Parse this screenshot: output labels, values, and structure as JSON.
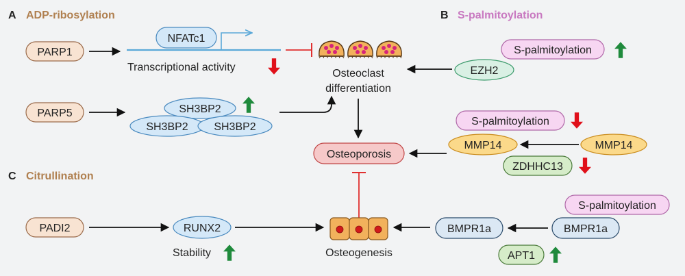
{
  "colors": {
    "adp": "#b08050",
    "spalm": "#c878c0",
    "citrul": "#b08050",
    "up_arrow": "#1f8a3c",
    "down_arrow": "#e0101a",
    "inhibit": "#e03030",
    "blue_line": "#5aa8d8"
  },
  "sections": {
    "a": {
      "letter": "A",
      "title": "ADP-ribosylation"
    },
    "b": {
      "letter": "B",
      "title": "S-palmitoylation"
    },
    "c": {
      "letter": "C",
      "title": "Citrullination"
    }
  },
  "nodes": {
    "parp1": "PARP1",
    "nfatc1": "NFATc1",
    "transcriptional_activity": "Transcriptional activity",
    "parp5": "PARP5",
    "sh3bp2_top": "SH3BP2",
    "sh3bp2_left": "SH3BP2",
    "sh3bp2_right": "SH3BP2",
    "osteoclast_line1": "Osteoclast",
    "osteoclast_line2": "differentiation",
    "osteoporosis": "Osteoporosis",
    "ezh2": "EZH2",
    "spalm_ezh2": "S-palmitoylation",
    "spalm_mmp14": "S-palmitoylation",
    "mmp14_left": "MMP14",
    "mmp14_right": "MMP14",
    "zdhhc13": "ZDHHC13",
    "padi2": "PADI2",
    "runx2": "RUNX2",
    "stability": "Stability",
    "osteogenesis": "Osteogenesis",
    "bmpr1a_left": "BMPR1a",
    "bmpr1a_right": "BMPR1a",
    "spalm_bmpr1a": "S-palmitoylation",
    "apt1": "APT1"
  },
  "icons": {
    "up": "up-arrow-icon",
    "down": "down-arrow-icon",
    "osteoclast": "osteoclast-cell-icon",
    "osteoblast": "osteoblast-cell-icon"
  }
}
